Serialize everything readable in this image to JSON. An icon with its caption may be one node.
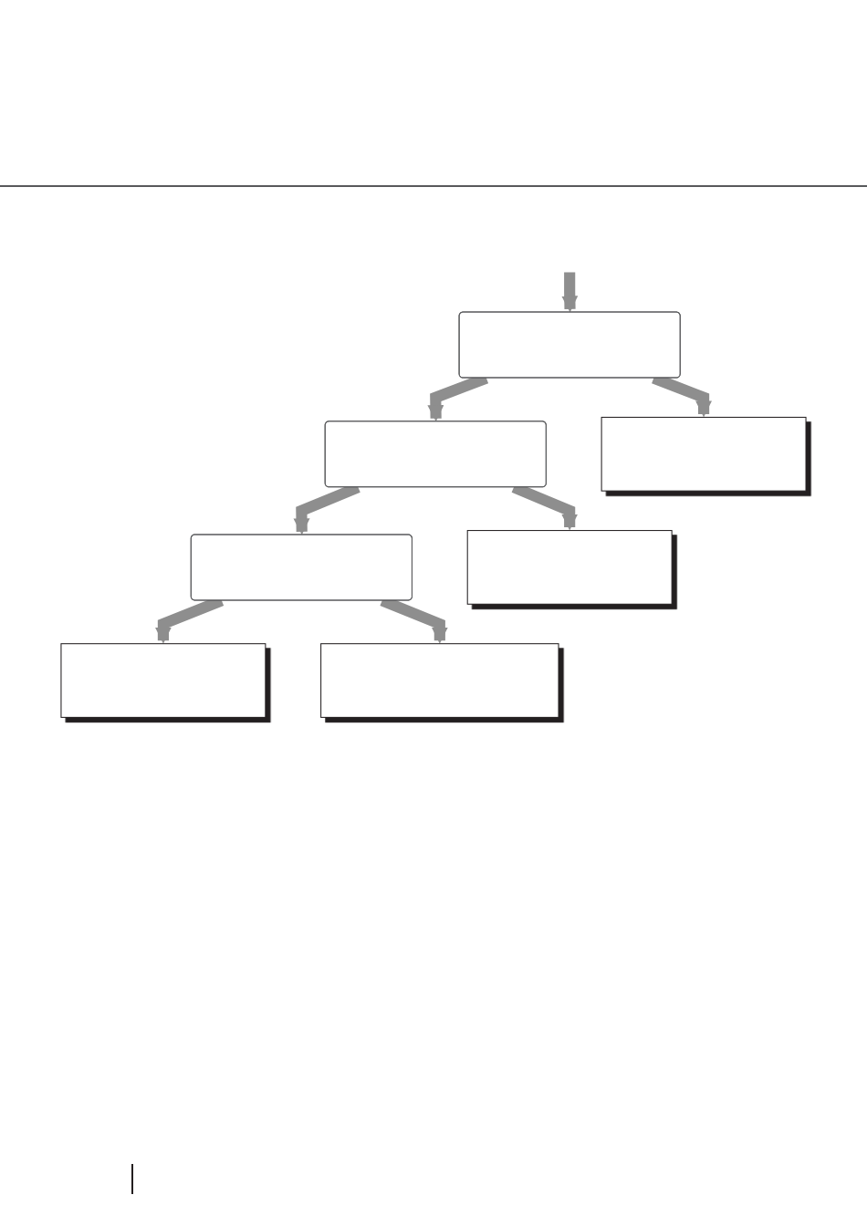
{
  "diagram": {
    "nodes": [
      {
        "text": [],
        "shape": "rounded"
      },
      {
        "text": [],
        "shape": "box"
      },
      {
        "text": [],
        "shape": "rounded"
      },
      {
        "text": [],
        "shape": "box"
      },
      {
        "text": [],
        "shape": "rounded"
      },
      {
        "text": [],
        "shape": "box"
      },
      {
        "text": [],
        "shape": "box"
      }
    ],
    "edges": [
      {
        "from": null,
        "to": 0,
        "arrow": "to"
      },
      {
        "from": 0,
        "to": 1,
        "arrow": "to"
      },
      {
        "from": 0,
        "to": 2,
        "arrow": "to"
      },
      {
        "from": 2,
        "to": 3,
        "arrow": "to"
      },
      {
        "from": 2,
        "to": 4,
        "arrow": "to"
      },
      {
        "from": 4,
        "to": 5,
        "arrow": "to"
      },
      {
        "from": 4,
        "to": 6,
        "arrow": "to"
      }
    ]
  }
}
